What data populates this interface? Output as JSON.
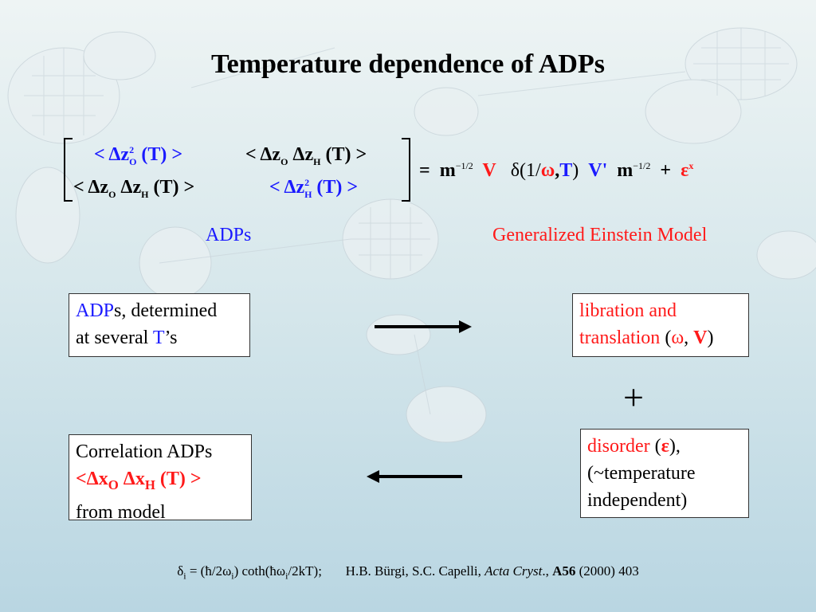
{
  "title": "Temperature dependence of ADPs",
  "equation": {
    "lt": "<",
    "gt": ">",
    "delta": "Δ",
    "z": "z",
    "sub_O": "O",
    "sub_H": "H",
    "sup_2": "2",
    "paren_T": "(T)",
    "equals": "=",
    "m": "m",
    "exp_neg_half": "−1/2",
    "V": "V",
    "delta_small": "δ",
    "open_one_over": "(1/",
    "omega": "ω",
    "comma": ",",
    "T": "T",
    "close_paren": ")",
    "V_prime": "V'",
    "plus": "+",
    "epsilon": "ε",
    "sup_x": "x"
  },
  "labels": {
    "adps": "ADPs",
    "einstein": "Generalized Einstein Model"
  },
  "boxes": {
    "adps_box": {
      "part1": "ADP",
      "part2": "s, determined",
      "part3": "at several ",
      "T": "T",
      "part4": "’s"
    },
    "libration_box": {
      "line1": "libration and",
      "line2": "translation",
      "open": " (",
      "omega": "ω",
      "sep": ", ",
      "V": "V",
      "close": ")"
    },
    "plus_sign": "+",
    "correlation_box": {
      "line1": "Correlation ADPs",
      "line2a": "<Δx",
      "sub_O": "O",
      "line2b": " Δx",
      "sub_H": "H",
      "line2c": " (T) >",
      "line3": "from model"
    },
    "disorder_box": {
      "line1a": "disorder",
      "open": " (",
      "epsilon": "ε",
      "close": "),",
      "line2": "(~temperature",
      "line3": "independent)"
    }
  },
  "footnote": {
    "delta": "δ",
    "sub_i": "i",
    "eq1": " = (ħ/2ω",
    "eq2": ") coth(ħω",
    "eq3": "/2kT);",
    "ref_authors": "H.B. Bürgi, S.C. Capelli, ",
    "ref_journal": "Acta Cryst",
    "ref_dot": "., ",
    "ref_vol": "A56",
    "ref_rest": " (2000) 403"
  }
}
